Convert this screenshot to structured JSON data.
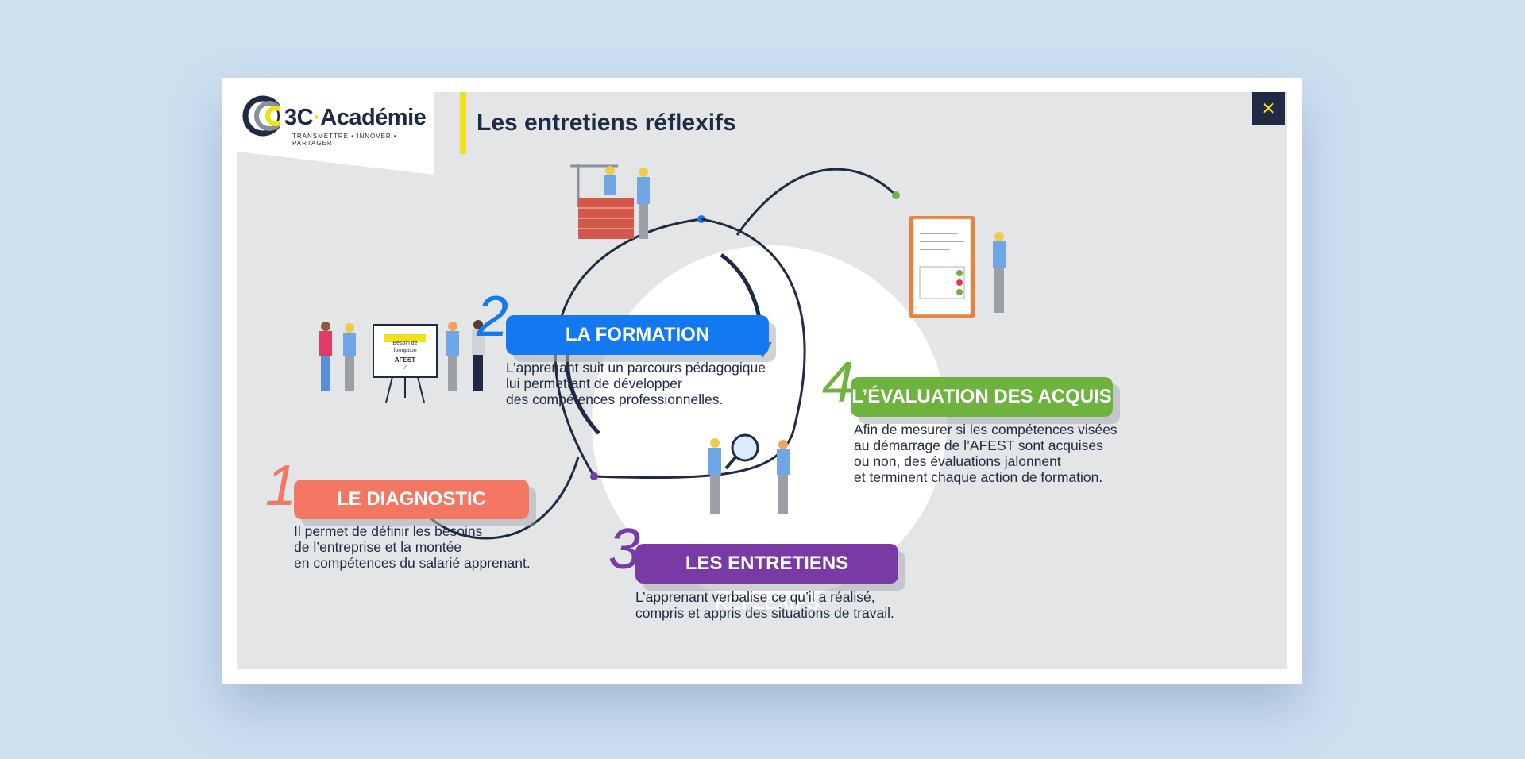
{
  "header": {
    "logo_name": "3C",
    "logo_dot": "·",
    "logo_name2": "Académie",
    "logo_tagline": "TRANSMETTRE • INNOVER • PARTAGER",
    "title": "Les entretiens réflexifs",
    "close_icon": "×"
  },
  "colors": {
    "diagnostic": "#f47763",
    "formation": "#1479f0",
    "entretiens": "#7a3aa6",
    "evaluation": "#6fb33f",
    "navy": "#1f2a44",
    "accent_yellow": "#f2e01a"
  },
  "steps": [
    {
      "number": "1",
      "label": "LE DIAGNOSTIC",
      "description": "Il permet de définir les besoins\nde l’entreprise et la montée\nen compétences du salarié apprenant."
    },
    {
      "number": "2",
      "label": "LA FORMATION",
      "description": "L’apprenant suit un parcours pédagogique\nlui permettant de développer\ndes compétences professionnelles."
    },
    {
      "number": "3",
      "label": "LES ENTRETIENS RÉFLEXIFS",
      "description": "L’apprenant verbalise ce qu’il a réalisé,\ncompris et appris des situations de travail."
    },
    {
      "number": "4",
      "label": "L’ÉVALUATION DES ACQUIS",
      "description": "Afin de mesurer si les compétences visées\nau démarrage de l’AFEST sont acquises\nou non, des évaluations jalonnent\net terminent chaque action de formation."
    }
  ],
  "board": {
    "banner": "Besoin de formation",
    "arrow": "↓",
    "label": "AFEST",
    "check": "✓"
  },
  "icons": [
    "close-icon",
    "cycle-arrow-icon",
    "brick-wall-icon",
    "crane-icon",
    "magnifier-icon",
    "document-binder-icon",
    "flipchart-icon"
  ]
}
